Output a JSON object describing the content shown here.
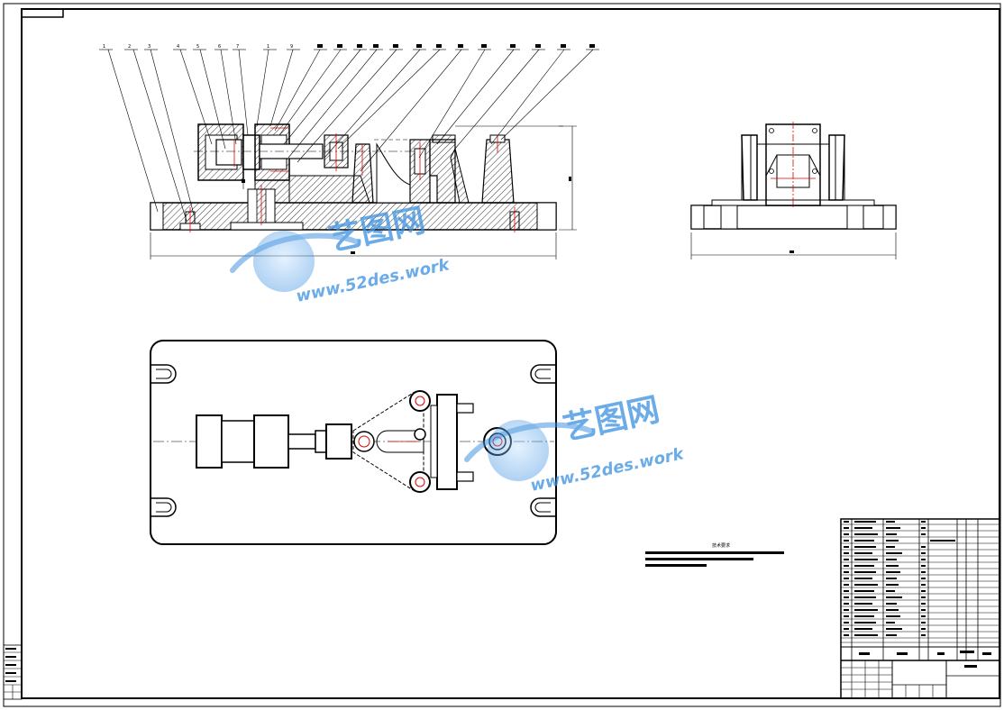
{
  "drawing": {
    "type": "engineering assembly drawing",
    "views": [
      "front-section",
      "side",
      "top"
    ],
    "balloon_labels": [
      "1",
      "2",
      "3",
      "4",
      "5",
      "6",
      "7",
      "1",
      "9"
    ],
    "red_color": "#e00000",
    "line_color": "#000000"
  },
  "watermark": {
    "cn_text": "艺图网",
    "url_text": "www.52des.work",
    "color": "#3a8fe0"
  },
  "notes": {
    "title": "技术要求"
  }
}
